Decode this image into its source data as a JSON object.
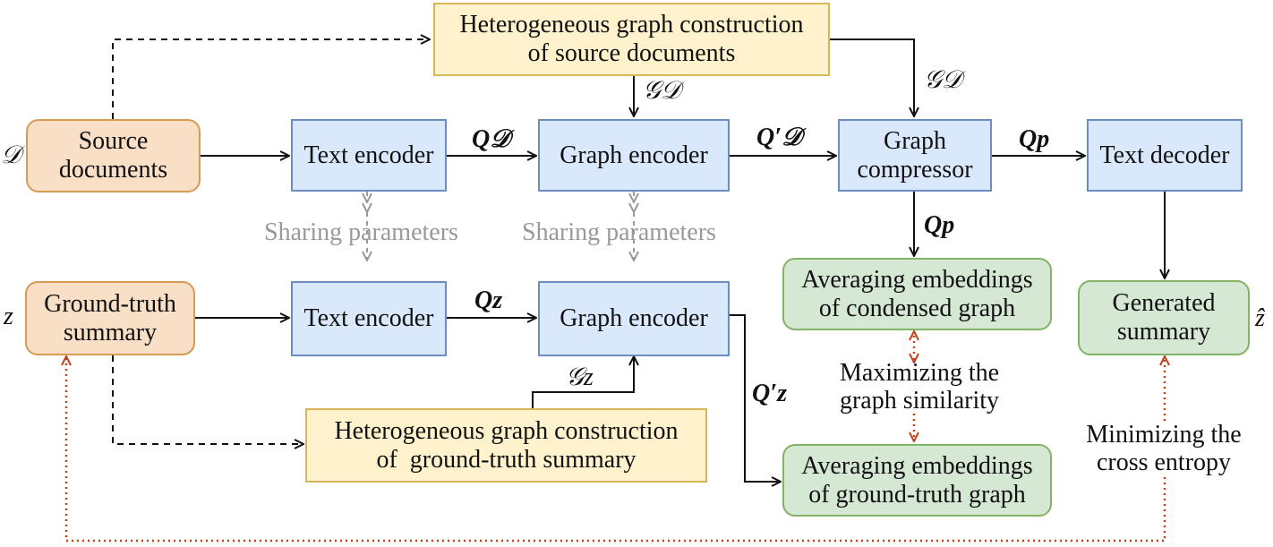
{
  "nodes": {
    "src_graph": {
      "line1": "Heterogeneous graph construction",
      "line2": "of source documents"
    },
    "source_docs": {
      "line1": "Source",
      "line2": "documents"
    },
    "text_enc_top": {
      "label": "Text encoder"
    },
    "graph_enc_top": {
      "label": "Graph encoder"
    },
    "graph_comp": {
      "line1": "Graph",
      "line2": "compressor"
    },
    "text_dec": {
      "label": "Text decoder"
    },
    "gt_summary": {
      "line1": "Ground-truth",
      "line2": "summary"
    },
    "text_enc_bot": {
      "label": "Text encoder"
    },
    "graph_enc_bot": {
      "label": "Graph encoder"
    },
    "gt_graph": {
      "line1": "Heterogeneous graph construction",
      "line2": "of  ground-truth summary"
    },
    "avg_condensed": {
      "line1": "Averaging embeddings",
      "line2": "of condensed graph"
    },
    "avg_gt": {
      "line1": "Averaging embeddings",
      "line2": "of ground-truth graph"
    },
    "generated": {
      "line1": "Generated",
      "line2": "summary"
    }
  },
  "labels": {
    "d_symbol": "𝒟",
    "z_symbol": "z",
    "zhat_symbol": "ẑ",
    "share1": "Sharing parameters",
    "share2": "Sharing parameters",
    "gd1": "𝒢𝒟",
    "gd2": "𝒢𝒟",
    "gz": "𝒢z",
    "qd": "Q𝒟",
    "qd_prime": "Q′𝒟",
    "qp_right": "Qp",
    "qp_down": "Qp",
    "qz": "Qz",
    "qz_prime": "Q′z",
    "maximize": {
      "line1": "Maximizing the",
      "line2": "graph similarity"
    },
    "minimize": {
      "line1": "Minimizing the",
      "line2": "cross entropy"
    }
  },
  "colors": {
    "arrow": "#111111",
    "sharing": "#999999",
    "loss": "#c0421c"
  }
}
